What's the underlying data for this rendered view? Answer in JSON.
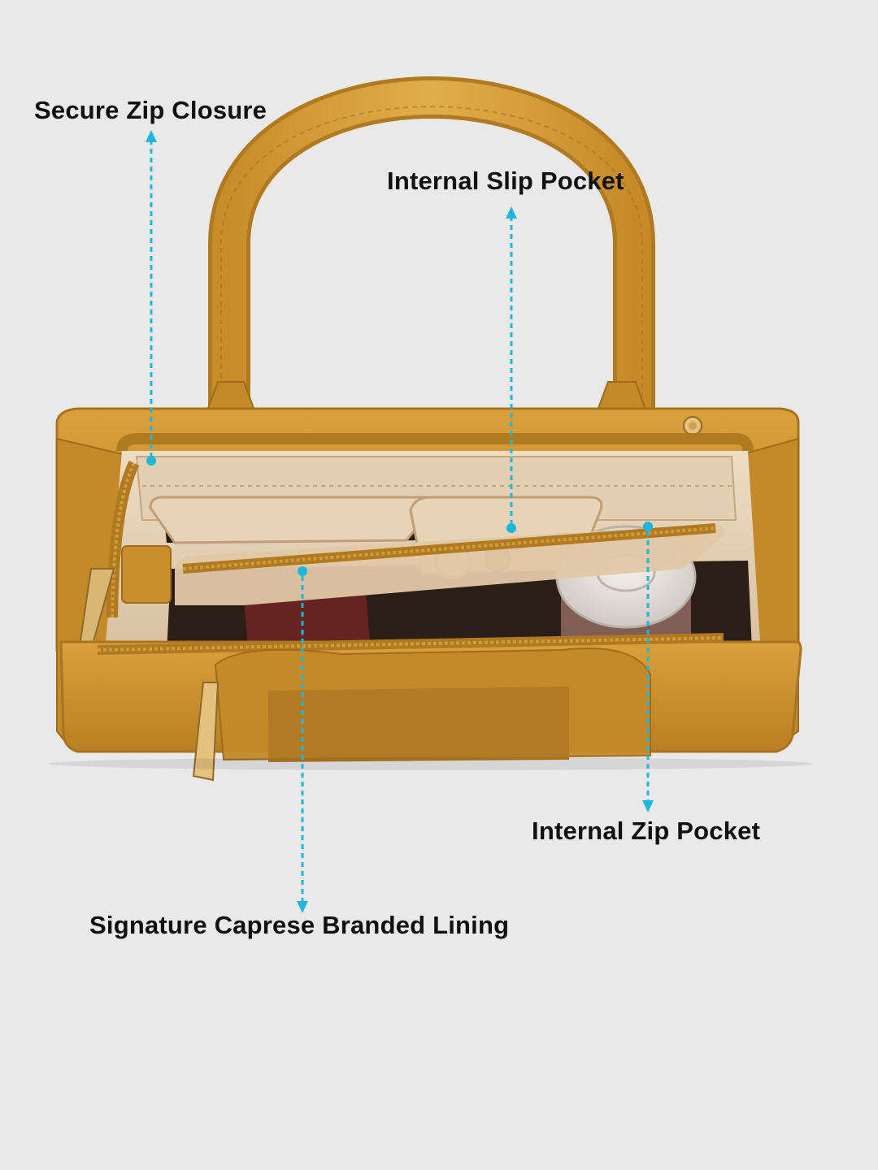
{
  "image": {
    "subject": "handbag-product-photo",
    "background_color": "#e9e9ea",
    "bag_color": "#c98f2c",
    "lining_color": "#e8d5bd",
    "pointer_color": "#1fb6dc"
  },
  "callouts": {
    "secure_zip_closure": "Secure Zip Closure",
    "internal_slip_pocket": "Internal Slip Pocket",
    "internal_zip_pocket": "Internal Zip Pocket",
    "branded_lining": "Signature Caprese Branded Lining"
  }
}
